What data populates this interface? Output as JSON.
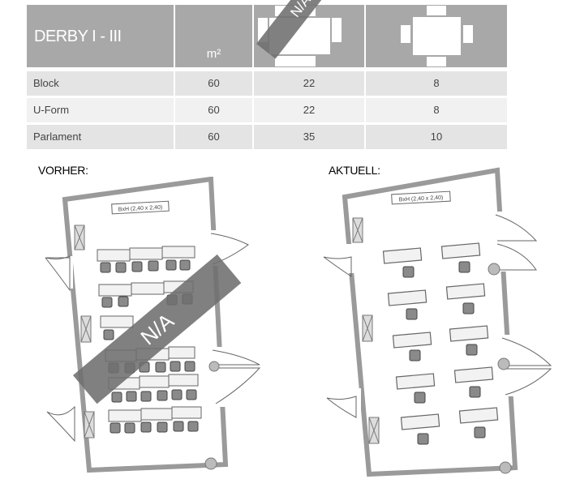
{
  "table": {
    "title": "DERBY I - III",
    "col_m2": "m²",
    "rows": [
      {
        "name": "Block",
        "m2": "60",
        "v1": "22",
        "v2": "8"
      },
      {
        "name": "U-Form",
        "m2": "60",
        "v1": "22",
        "v2": "8"
      },
      {
        "name": "Parlament",
        "m2": "60",
        "v1": "35",
        "v2": "10"
      }
    ],
    "na_label": "N/A"
  },
  "plans": {
    "before_label": "VORHER:",
    "current_label": "AKTUELL:",
    "screen_label": "BxH (2,40 x 2,40)",
    "na_label": "N/A"
  },
  "icons": [
    "table-large-icon",
    "table-small-icon",
    "door-icon",
    "chair-icon"
  ]
}
